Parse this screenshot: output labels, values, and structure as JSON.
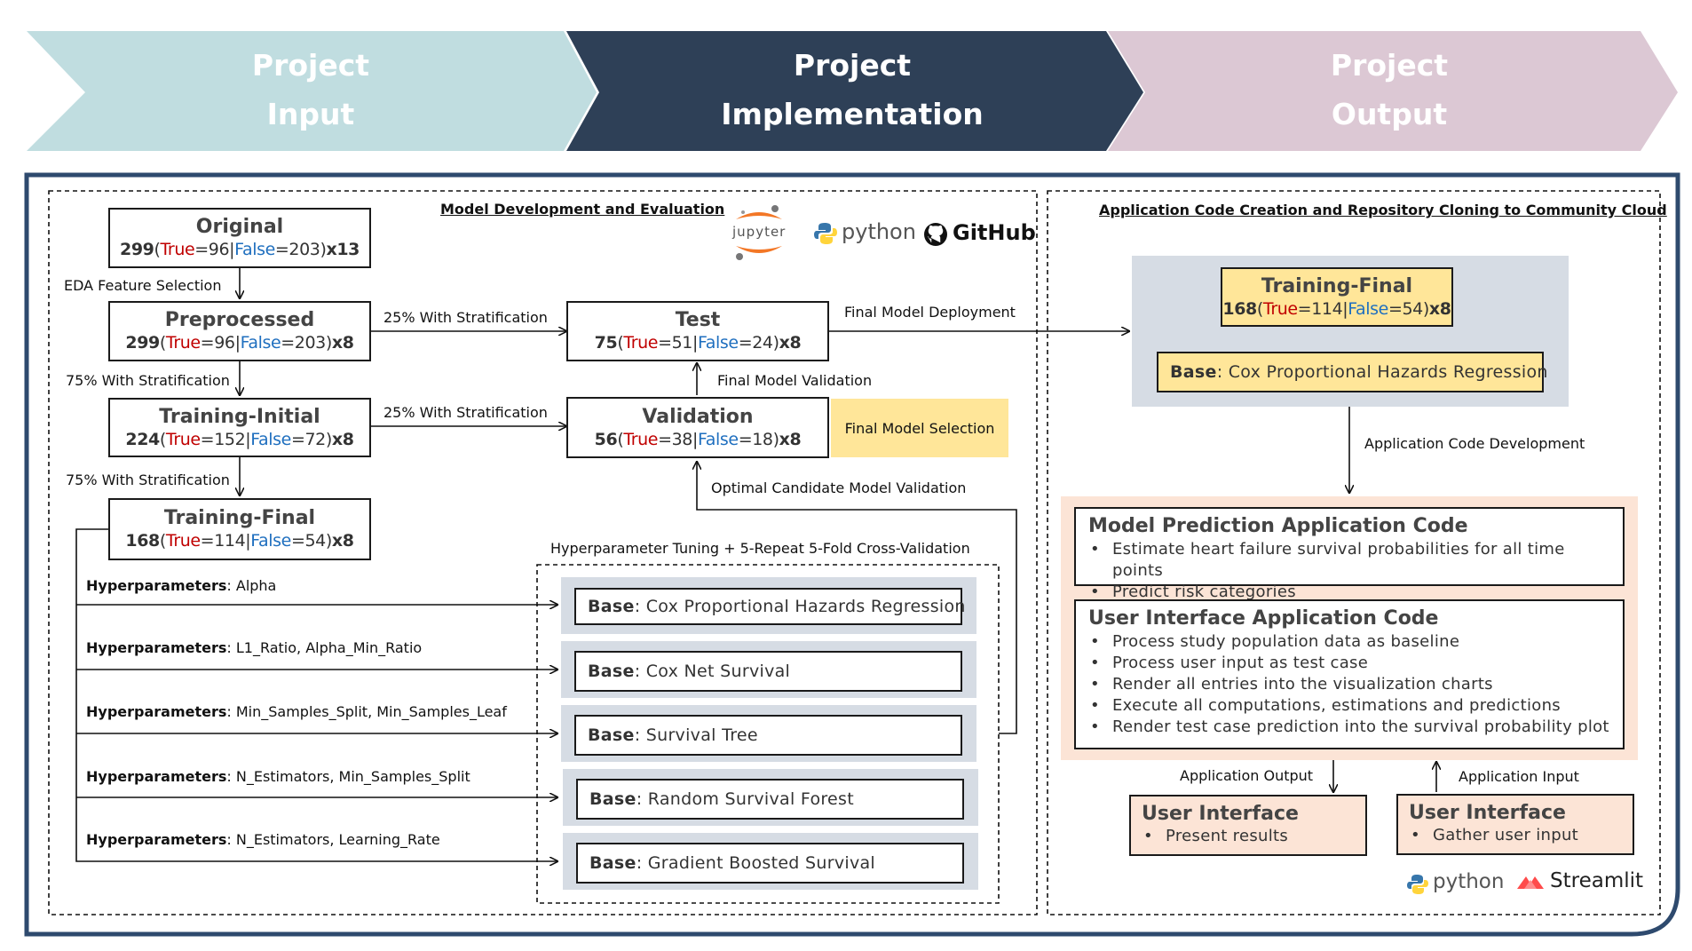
{
  "header": {
    "input": {
      "line1": "Project",
      "line2": "Input",
      "color": "#c0dde0"
    },
    "implementation": {
      "line1": "Project",
      "line2": "Implementation",
      "color": "#2e4057"
    },
    "output": {
      "line1": "Project",
      "line2": "Output",
      "color": "#dcc8d4"
    }
  },
  "left_panel": {
    "title": "Model Development and Evaluation",
    "logos": {
      "jupyter": "jupyter",
      "python": "python",
      "github": "GitHub"
    },
    "original": {
      "title": "Original",
      "total": "299",
      "true_label": "True",
      "true_count": "=96|",
      "false_label": "False",
      "false_count": "=203)",
      "suffix": "x13"
    },
    "preprocessed": {
      "title": "Preprocessed",
      "total": "299",
      "true_label": "True",
      "true_count": "=96|",
      "false_label": "False",
      "false_count": "=203)",
      "suffix": "x8"
    },
    "training_initial": {
      "title": "Training-Initial",
      "total": "224",
      "true_label": "True",
      "true_count": "=152|",
      "false_label": "False",
      "false_count": "=72)",
      "suffix": "x8"
    },
    "training_final": {
      "title": "Training-Final",
      "total": "168",
      "true_label": "True",
      "true_count": "=114|",
      "false_label": "False",
      "false_count": "=54)",
      "suffix": "x8"
    },
    "test": {
      "title": "Test",
      "total": "75",
      "true_label": "True",
      "true_count": "=51|",
      "false_label": "False",
      "false_count": "=24)",
      "suffix": "x8"
    },
    "validation": {
      "title": "Validation",
      "total": "56",
      "true_label": "True",
      "true_count": "=38|",
      "false_label": "False",
      "false_count": "=18)",
      "suffix": "x8"
    },
    "final_model_selection": "Final Model Selection",
    "labels": {
      "eda": "EDA Feature Selection",
      "strat_75_a": "75% With Stratification",
      "strat_75_b": "75% With Stratification",
      "strat_25_a": "25% With Stratification",
      "strat_25_b": "25% With Stratification",
      "final_model_validation": "Final Model Validation",
      "optimal_candidate": "Optimal Candidate Model Validation",
      "final_model_deployment": "Final Model Deployment"
    },
    "tuning_title": "Hyperparameter Tuning + 5-Repeat 5-Fold Cross-Validation",
    "hyperparameters": [
      {
        "label": "Hyperparameters",
        "value": ": Alpha"
      },
      {
        "label": "Hyperparameters",
        "value": ": L1_Ratio, Alpha_Min_Ratio"
      },
      {
        "label": "Hyperparameters",
        "value": ": Min_Samples_Split, Min_Samples_Leaf"
      },
      {
        "label": "Hyperparameters",
        "value": ": N_Estimators, Min_Samples_Split"
      },
      {
        "label": "Hyperparameters",
        "value": ": N_Estimators, Learning_Rate"
      }
    ],
    "bases": [
      {
        "label": "Base",
        "value": ": Cox Proportional Hazards Regression"
      },
      {
        "label": "Base",
        "value": ": Cox Net Survival"
      },
      {
        "label": "Base",
        "value": ": Survival Tree"
      },
      {
        "label": "Base",
        "value": ": Random Survival Forest"
      },
      {
        "label": "Base",
        "value": ": Gradient Boosted Survival"
      }
    ]
  },
  "right_panel": {
    "title": "Application Code Creation and Repository Cloning to Community Cloud",
    "training_final": {
      "title": "Training-Final",
      "total": "168",
      "true_label": "True",
      "true_count": "=114|",
      "false_label": "False",
      "false_count": "=54)",
      "suffix": "x8"
    },
    "base": {
      "label": "Base",
      "value": ": Cox Proportional Hazards Regression"
    },
    "app_code_dev": "Application Code Development",
    "model_prediction": {
      "title": "Model Prediction Application Code",
      "items": [
        "Estimate heart failure survival probabilities for all time points",
        "Predict risk categories"
      ]
    },
    "user_interface_code": {
      "title": "User Interface Application Code",
      "items": [
        "Process study population data as baseline",
        "Process user input as test case",
        "Render all entries into the visualization charts",
        "Execute all computations, estimations and predictions",
        "Render test case prediction into the survival probability plot"
      ]
    },
    "app_output": "Application Output",
    "app_input": "Application Input",
    "ui_output": {
      "title": "User Interface",
      "item": "Present results"
    },
    "ui_input": {
      "title": "User Interface",
      "item": "Gather user input"
    },
    "logos": {
      "python": "python",
      "streamlit": "Streamlit"
    }
  }
}
